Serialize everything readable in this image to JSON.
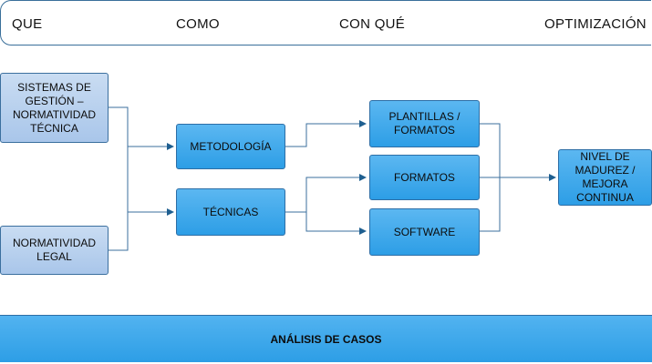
{
  "header": {
    "que": "QUE",
    "como": "COMO",
    "con_que": "CON QUÉ",
    "optimizacion": "OPTIMIZACIÓN"
  },
  "nodes": {
    "sistemas": "SISTEMAS DE GESTIÓN – NORMATIVIDAD TÉCNICA",
    "normatividad_legal": "NORMATIVIDAD LEGAL",
    "metodologia": "METODOLOGÍA",
    "tecnicas": "TÉCNICAS",
    "plantillas": "PLANTILLAS / FORMATOS",
    "formatos": "FORMATOS",
    "software": "SOFTWARE",
    "nivel": "NIVEL DE MADUREZ / MEJORA CONTINUA"
  },
  "footer": {
    "analisis": "ANÁLISIS DE CASOS"
  },
  "colors": {
    "light_box": "#b9d2ee",
    "blue_box": "#3aa8ec",
    "line": "#3b6f9e"
  }
}
